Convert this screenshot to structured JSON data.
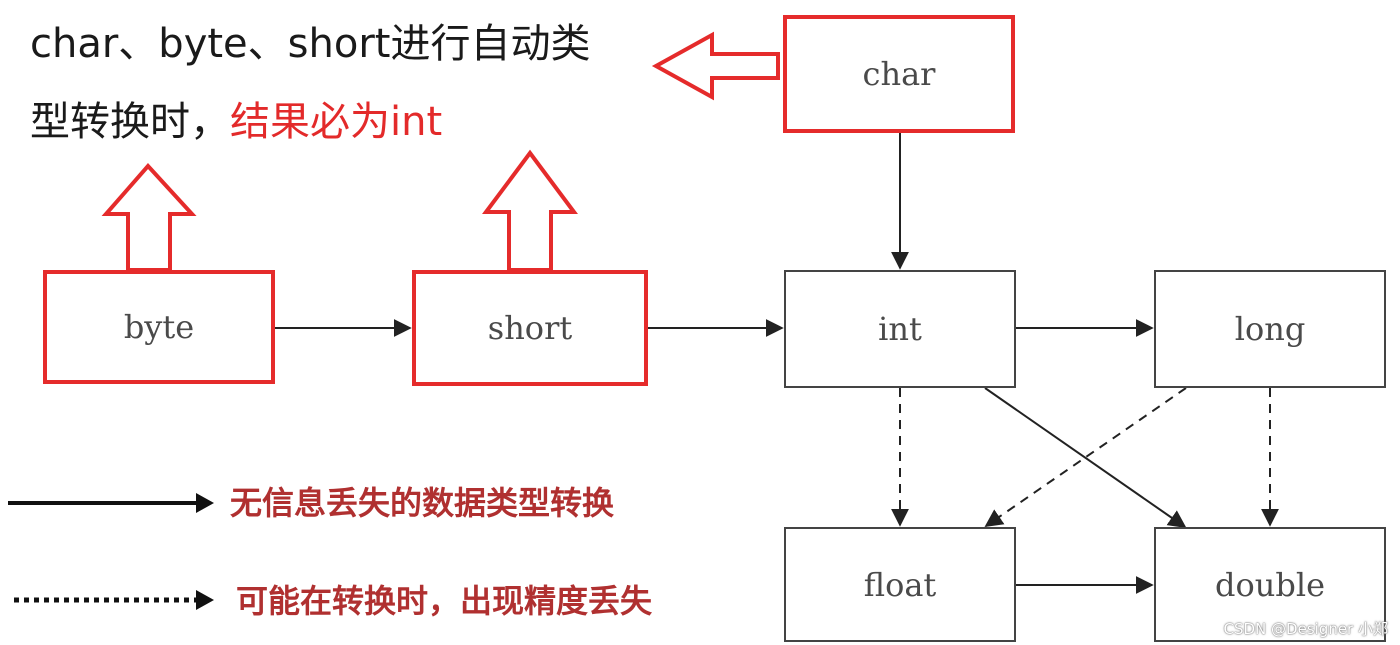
{
  "title": {
    "line1": "char、byte、short进行自动类",
    "line2_black": "型转换时，",
    "line2_red": "结果必为int"
  },
  "nodes": {
    "char": "char",
    "byte": "byte",
    "short": "short",
    "int": "int",
    "long": "long",
    "float": "float",
    "double": "double"
  },
  "legend": {
    "solid": "无信息丢失的数据类型转换",
    "dashed": "可能在转换时，出现精度丢失"
  },
  "watermark": "CSDN @Designer 小郑",
  "colors": {
    "highlight": "#e52b2b",
    "legend_text": "#b03030",
    "line": "#222222"
  }
}
